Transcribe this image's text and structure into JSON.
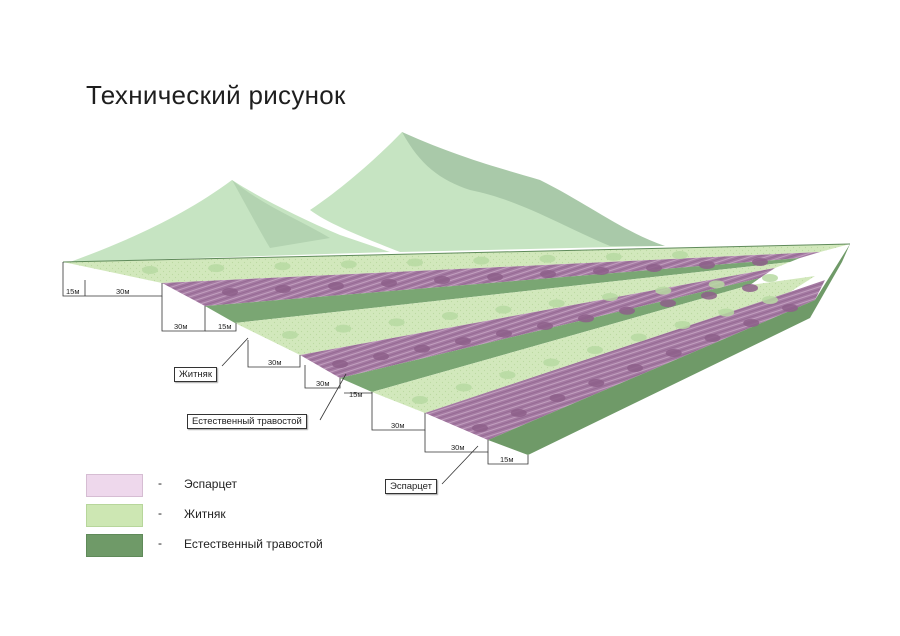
{
  "title": "Технический рисунок",
  "colors": {
    "esparcet": "#9b6d98",
    "zhitnyak": "#cfe6b8",
    "natural": "#6f9a68",
    "mountain_light": "#c4e2c0",
    "mountain_dark": "#a9c9a9"
  },
  "dimensions": [
    "15м",
    "30м",
    "30м",
    "15м",
    "30м",
    "30м",
    "15м",
    "30м",
    "30м",
    "15м"
  ],
  "callouts": {
    "zhitnyak": "Житняк",
    "natural": "Естественный травостой",
    "esparcet": "Эспарцет"
  },
  "legend": {
    "dash": "-",
    "items": [
      {
        "label": "Эспарцет",
        "color": "#eed8ec"
      },
      {
        "label": "Житняк",
        "color": "#cde7b3"
      },
      {
        "label": "Естественный травостой",
        "color": "#6f9a68"
      }
    ]
  }
}
